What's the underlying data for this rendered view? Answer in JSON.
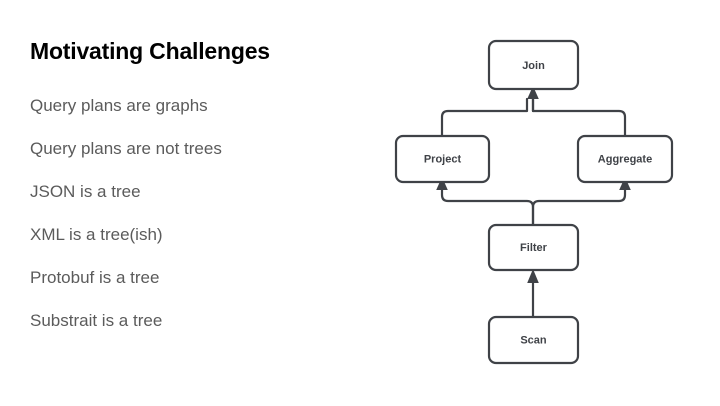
{
  "slide": {
    "background_color": "#ffffff",
    "title": "Motivating Challenges",
    "title_color": "#000000",
    "bullets": [
      {
        "text": "Query plans are graphs"
      },
      {
        "text": "Query plans are not trees"
      },
      {
        "text": "JSON is a tree"
      },
      {
        "text": "XML is a tree(ish)"
      },
      {
        "text": "Protobuf is a tree"
      },
      {
        "text": "Substrait is a tree"
      }
    ],
    "bullet_color": "#5b5b5b"
  },
  "diagram": {
    "name": "query-plan-dag",
    "stroke_color": "#3f4247",
    "fill_color": "#ffffff",
    "label_color": "#3f4247",
    "nodes": [
      {
        "id": "join",
        "label": "Join"
      },
      {
        "id": "project",
        "label": "Project"
      },
      {
        "id": "aggregate",
        "label": "Aggregate"
      },
      {
        "id": "filter",
        "label": "Filter"
      },
      {
        "id": "scan",
        "label": "Scan"
      }
    ],
    "edges": [
      {
        "from": "project",
        "to": "join"
      },
      {
        "from": "aggregate",
        "to": "join"
      },
      {
        "from": "filter",
        "to": "project"
      },
      {
        "from": "filter",
        "to": "aggregate"
      },
      {
        "from": "scan",
        "to": "filter"
      }
    ]
  }
}
